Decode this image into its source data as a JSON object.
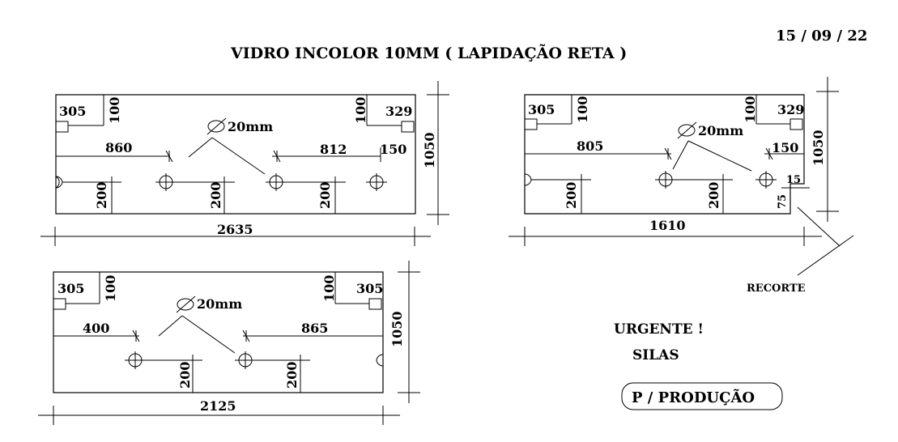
{
  "header": {
    "title": "VIDRO INCOLOR 10MM ( LAPIDAÇÃO RETA )",
    "date": "15 / 09 / 22"
  },
  "panel1": {
    "width_label": "2635",
    "height_label": "1050",
    "left_offset": "305",
    "left_top": "100",
    "right_top": "100",
    "right_offset": "329",
    "hole_label": "20mm",
    "dim_a": "860",
    "dim_b": "812",
    "dim_c": "150",
    "v1": "200",
    "v2": "200",
    "v3": "200"
  },
  "panel2": {
    "width_label": "1610",
    "height_label": "1050",
    "left_offset": "305",
    "left_top": "100",
    "right_top": "100",
    "right_offset": "329",
    "hole_label": "20mm",
    "dim_a": "805",
    "dim_c": "150",
    "v1": "200",
    "v2": "200",
    "notch_w": "15",
    "notch_h": "75",
    "recorte": "RECORTE"
  },
  "panel3": {
    "width_label": "2125",
    "height_label": "1050",
    "left_offset": "305",
    "left_top": "100",
    "right_top": "100",
    "right_offset": "305",
    "hole_label": "20mm",
    "dim_a": "400",
    "dim_b": "865",
    "v1": "200",
    "v2": "200"
  },
  "notes": {
    "urgent": "URGENTE !",
    "name": "SILAS",
    "production": "P / PRODUÇÃO"
  }
}
